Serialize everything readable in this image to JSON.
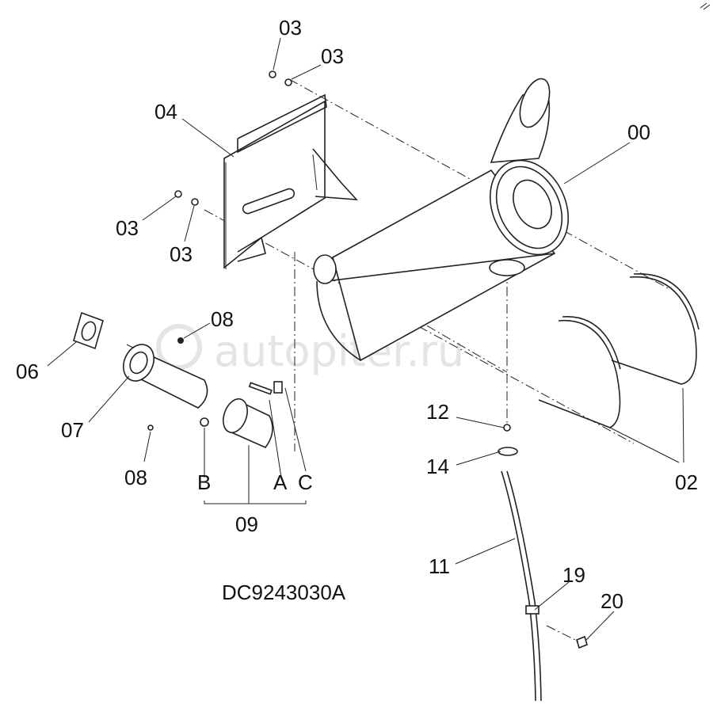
{
  "drawing_code": "DC9243030A",
  "watermark": "autopiter.ru",
  "callouts": {
    "c00": "00",
    "c02": "02",
    "c03_top_a": "03",
    "c03_top_b": "03",
    "c03_left_a": "03",
    "c03_left_b": "03",
    "c04": "04",
    "c06": "06",
    "c07": "07",
    "c08_top": "08",
    "c08_bottom": "08",
    "c09": "09",
    "c11": "11",
    "c12": "12",
    "c14": "14",
    "c19": "19",
    "c20": "20",
    "sub_a": "A",
    "sub_b": "B",
    "sub_c": "C"
  }
}
